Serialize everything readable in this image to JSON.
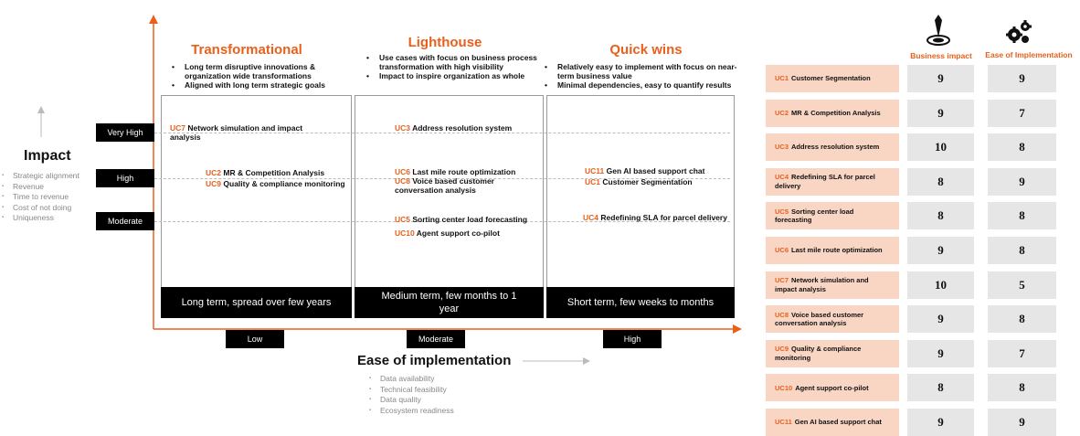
{
  "colors": {
    "accent": "#e8601c",
    "label_bg": "#f9d5c4",
    "score_bg": "#e6e6e6"
  },
  "impact": {
    "title": "Impact",
    "factors": [
      "Strategic alignment",
      "Revenue",
      "Time to revenue",
      "Cost of not doing",
      "Uniqueness"
    ],
    "levels": [
      "Very High",
      "High",
      "Moderate"
    ]
  },
  "ease": {
    "title": "Ease of implementation",
    "factors": [
      "Data availability",
      "Technical feasibility",
      "Data quality",
      "Ecosystem readiness"
    ],
    "levels": [
      "Low",
      "Moderate",
      "High"
    ]
  },
  "columns": [
    {
      "title": "Transformational",
      "bullets": [
        "Long term disruptive innovations & organization wide transformations",
        "Aligned with long term strategic goals"
      ],
      "footer": "Long term, spread over few years"
    },
    {
      "title": "Lighthouse",
      "bullets": [
        "Use cases with focus on business process transformation with high visibility",
        "Impact to inspire organization as whole"
      ],
      "footer": "Medium term, few months to 1 year"
    },
    {
      "title": "Quick wins",
      "bullets": [
        "Relatively easy to implement with focus on near-term business value",
        "Minimal dependencies, easy to quantify results"
      ],
      "footer": "Short term, few weeks to months"
    }
  ],
  "placed": [
    {
      "code": "UC7",
      "name": "Network simulation and impact analysis"
    },
    {
      "code": "UC2",
      "name": "MR & Competition Analysis"
    },
    {
      "code": "UC9",
      "name": "Quality & compliance monitoring"
    },
    {
      "code": "UC3",
      "name": "Address resolution system"
    },
    {
      "code": "UC6",
      "name": "Last mile route optimization"
    },
    {
      "code": "UC8",
      "name": "Voice based customer conversation analysis"
    },
    {
      "code": "UC5",
      "name": "Sorting center load forecasting"
    },
    {
      "code": "UC10",
      "name": "Agent support co-pilot"
    },
    {
      "code": "UC11",
      "name": "Gen AI based support chat"
    },
    {
      "code": "UC1",
      "name": "Customer Segmentation"
    },
    {
      "code": "UC4",
      "name": "Redefining SLA for parcel delivery"
    }
  ],
  "table": {
    "headers": {
      "impact": "Business impact",
      "ease": "Ease of Implementation"
    },
    "icons": {
      "impact": "target-icon",
      "ease": "gears-icon"
    },
    "rows": [
      {
        "code": "UC1",
        "name": "Customer Segmentation",
        "impact": "9",
        "ease": "9"
      },
      {
        "code": "UC2",
        "name": "MR & Competition Analysis",
        "impact": "9",
        "ease": "7"
      },
      {
        "code": "UC3",
        "name": "Address resolution system",
        "impact": "10",
        "ease": "8"
      },
      {
        "code": "UC4",
        "name": "Redefining SLA for parcel delivery",
        "impact": "8",
        "ease": "9"
      },
      {
        "code": "UC5",
        "name": "Sorting center load forecasting",
        "impact": "8",
        "ease": "8"
      },
      {
        "code": "UC6",
        "name": "Last mile route optimization",
        "impact": "9",
        "ease": "8"
      },
      {
        "code": "UC7",
        "name": "Network simulation and impact analysis",
        "impact": "10",
        "ease": "5"
      },
      {
        "code": "UC8",
        "name": "Voice based customer conversation analysis",
        "impact": "9",
        "ease": "8"
      },
      {
        "code": "UC9",
        "name": "Quality & compliance monitoring",
        "impact": "9",
        "ease": "7"
      },
      {
        "code": "UC10",
        "name": "Agent support co-pilot",
        "impact": "8",
        "ease": "8"
      },
      {
        "code": "UC11",
        "name": "Gen AI based support chat",
        "impact": "9",
        "ease": "9"
      }
    ]
  }
}
